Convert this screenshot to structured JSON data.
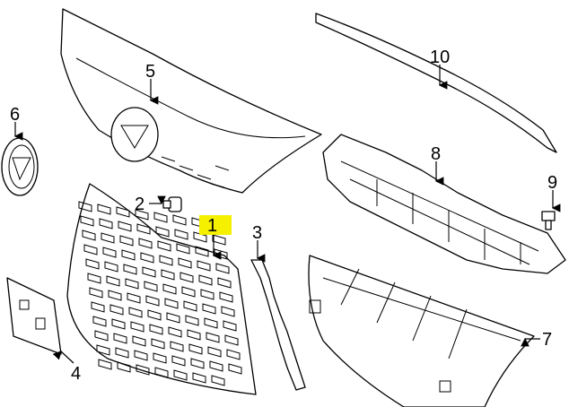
{
  "diagram": {
    "highlight_color": "#f5ef00",
    "callouts": [
      {
        "id": "1",
        "label": "1",
        "highlighted": true
      },
      {
        "id": "2",
        "label": "2"
      },
      {
        "id": "3",
        "label": "3"
      },
      {
        "id": "4",
        "label": "4"
      },
      {
        "id": "5",
        "label": "5"
      },
      {
        "id": "6",
        "label": "6"
      },
      {
        "id": "7",
        "label": "7"
      },
      {
        "id": "8",
        "label": "8"
      },
      {
        "id": "9",
        "label": "9"
      },
      {
        "id": "10",
        "label": "10"
      }
    ]
  }
}
